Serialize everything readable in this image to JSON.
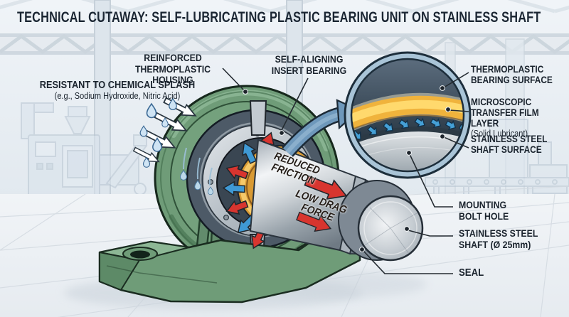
{
  "title": "TECHNICAL CUTAWAY: SELF-LUBRICATING PLASTIC BEARING UNIT ON STAINLESS SHAFT",
  "callouts": {
    "housing": {
      "line1": "REINFORCED",
      "line2": "THERMOPLASTIC HOUSING"
    },
    "insert_bearing": {
      "line1": "SELF-ALIGNING",
      "line2": "INSERT BEARING"
    },
    "chemical_splash": {
      "line1": "RESISTANT TO CHEMICAL SPLASH",
      "line2": "(e.g., Sodium Hydroxide, Nitric Acid)"
    },
    "bearing_surface": {
      "line1": "THERMOPLASTIC",
      "line2": "BEARING SURFACE"
    },
    "transfer_film": {
      "line1": "MICROSCOPIC",
      "line2": "TRANSFER FILM LAYER",
      "line3": "(Solid Lubricant)"
    },
    "shaft_surface": {
      "line1": "STAINLESS STEEL",
      "line2": "SHAFT SURFACE"
    },
    "mounting_bolt_hole": {
      "line1": "MOUNTING",
      "line2": "BOLT HOLE"
    },
    "shaft": {
      "line1": "STAINLESS STEEL",
      "line2": "SHAFT (Ø 25mm)"
    },
    "seal": {
      "line1": "SEAL"
    }
  },
  "shaft_annotations": {
    "reduced_friction": {
      "line1": "REDUCED",
      "line2": "FRICTION"
    },
    "low_drag_force": {
      "line1": "LOW DRAG",
      "line2": "FORCE"
    }
  },
  "colors": {
    "housing_green": "#6f9c78",
    "bearing_gold": "#f0b33c",
    "shaft_steel": "#c6ccd2",
    "friction_arrow_red": "#d8352f",
    "lubricant_arrow_blue": "#3f99d4",
    "magnifier_arrow_blue": "#6e98bb",
    "label_text": "#1a232d",
    "background": "#e9eef3"
  }
}
